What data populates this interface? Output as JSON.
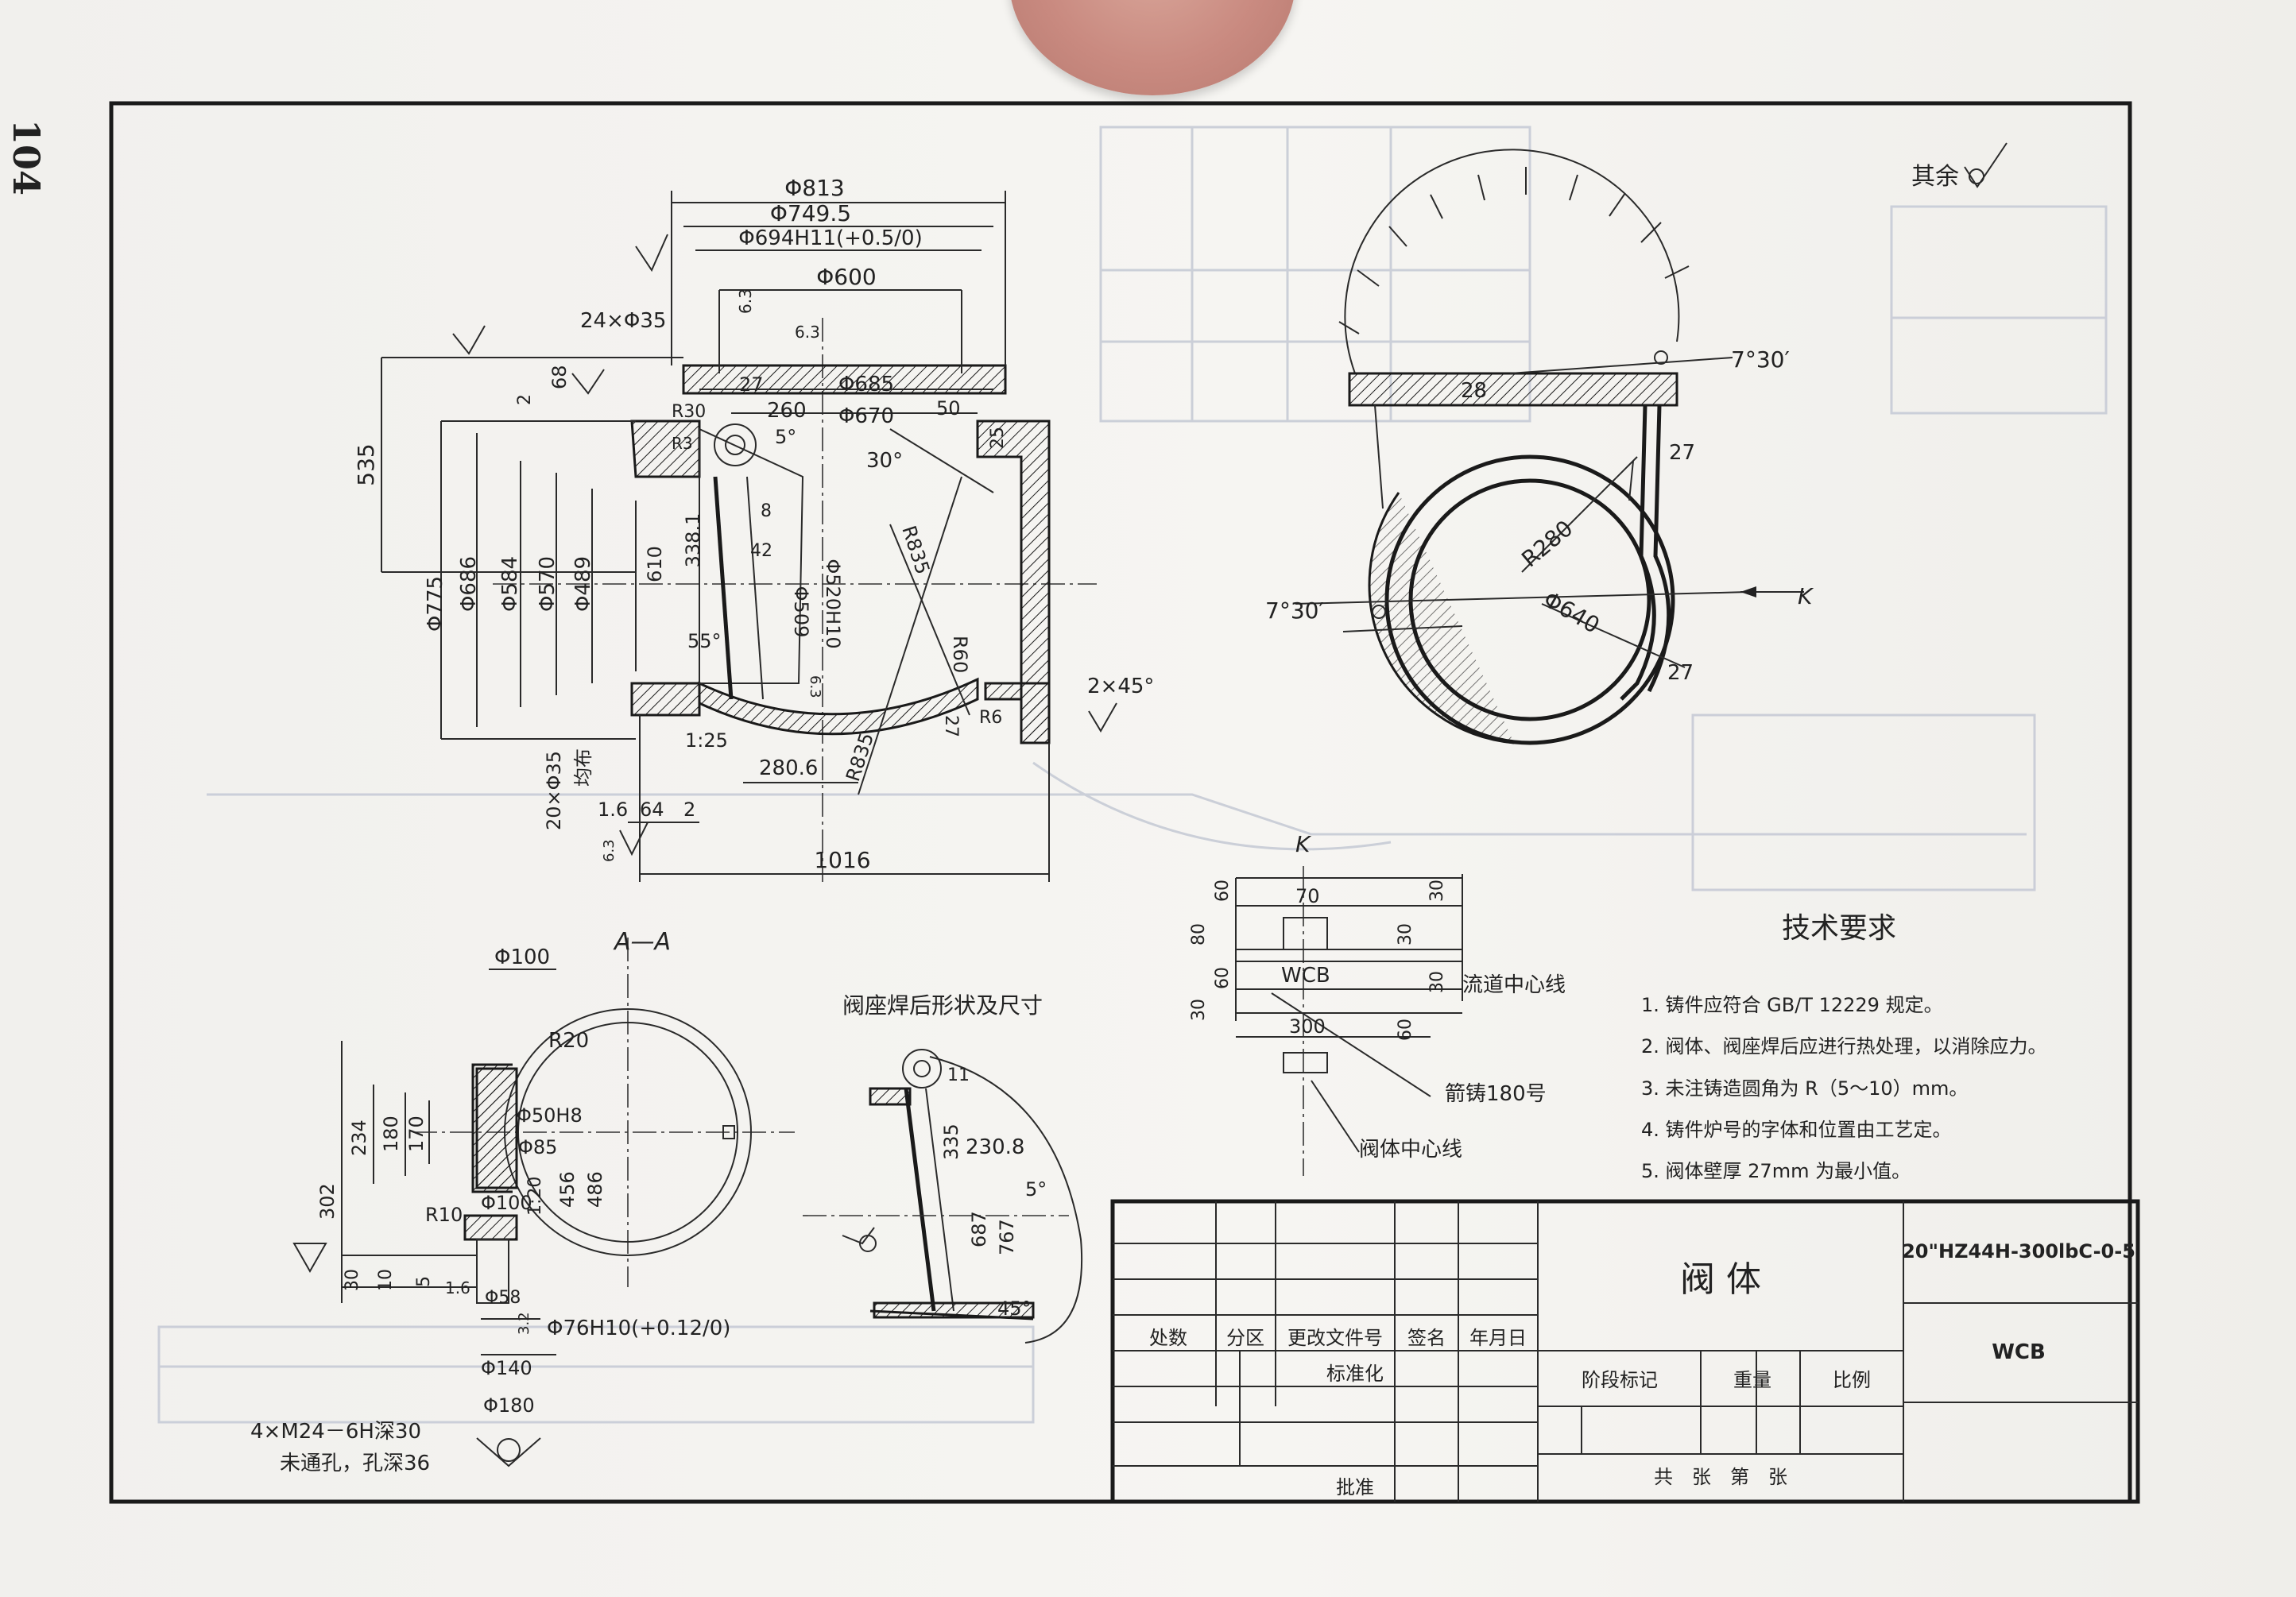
{
  "page_number": "104",
  "surface_finish_other": "其余",
  "main_view": {
    "diameters": [
      "Φ813",
      "Φ749.5",
      "Φ694H11(+0.5/0)",
      "Φ600",
      "Φ685",
      "Φ670",
      "Φ775",
      "Φ686",
      "Φ584",
      "Φ570",
      "Φ489",
      "Φ520H10",
      "Φ509"
    ],
    "dims": [
      "24×Φ35",
      "6.3",
      "6.3",
      "68",
      "2",
      "535",
      "R30",
      "R3",
      "27",
      "260",
      "5°",
      "50",
      "25",
      "30°",
      "R835",
      "338.1",
      "8",
      "42",
      "610",
      "55°",
      "R60",
      "27",
      "R6",
      "2×45°",
      "1:25",
      "280.6",
      "R835",
      "20×Φ35",
      "均布",
      "1.6",
      "64",
      "2",
      "6.3",
      "1016",
      "6.3"
    ]
  },
  "top_right_view": {
    "dims": [
      "28",
      "7°30′",
      "27",
      "R280",
      "Φ640",
      "27",
      "7°30′",
      "K"
    ]
  },
  "section_aa": {
    "title": "A—A",
    "dims": [
      "Φ100",
      "R20",
      "Φ50H8",
      "Φ85",
      "1:20",
      "456",
      "486",
      "234",
      "180",
      "170",
      "302",
      "R10",
      "Φ100",
      "30",
      "10",
      "5",
      "1.6",
      "Φ58",
      "3.2",
      "Φ76H10(+0.12/0)",
      "Φ140",
      "Φ180"
    ],
    "note_line1": "4×M24－6H深30",
    "note_line2": "未通孔，孔深36"
  },
  "seat_view": {
    "title": "阀座焊后形状及尺寸",
    "dims": [
      "11",
      "335",
      "230.8",
      "5°",
      "687",
      "767",
      "45°"
    ]
  },
  "view_k": {
    "title": "K",
    "dims": [
      "60",
      "70",
      "30",
      "80",
      "30",
      "60",
      "30",
      "30",
      "300",
      "60"
    ],
    "wcb_label": "WCB",
    "flow_center_line": "流道中心线",
    "cast_no": "箭铸180号",
    "body_center_line": "阀体中心线"
  },
  "tech_requirements": {
    "title": "技术要求",
    "items": [
      "1. 铸件应符合 GB/T 12229 规定。",
      "2. 阀体、阀座焊后应进行热处理，以消除应力。",
      "3. 未注铸造圆角为 R（5～10）mm。",
      "4. 铸件炉号的字体和位置由工艺定。",
      "5. 阀体壁厚 27mm 为最小值。"
    ]
  },
  "title_block": {
    "part_name": "阀 体",
    "drawing_no": "20\"HZ44H-300lbC-0-5",
    "material": "WCB",
    "revision_headers": [
      "处数",
      "分区",
      "更改文件号",
      "签名",
      "年月日"
    ],
    "standardization": "标准化",
    "approval": "批准",
    "stage_mark": "阶段标记",
    "weight": "重量",
    "scale": "比例",
    "sheets": "共　张　第　张"
  }
}
